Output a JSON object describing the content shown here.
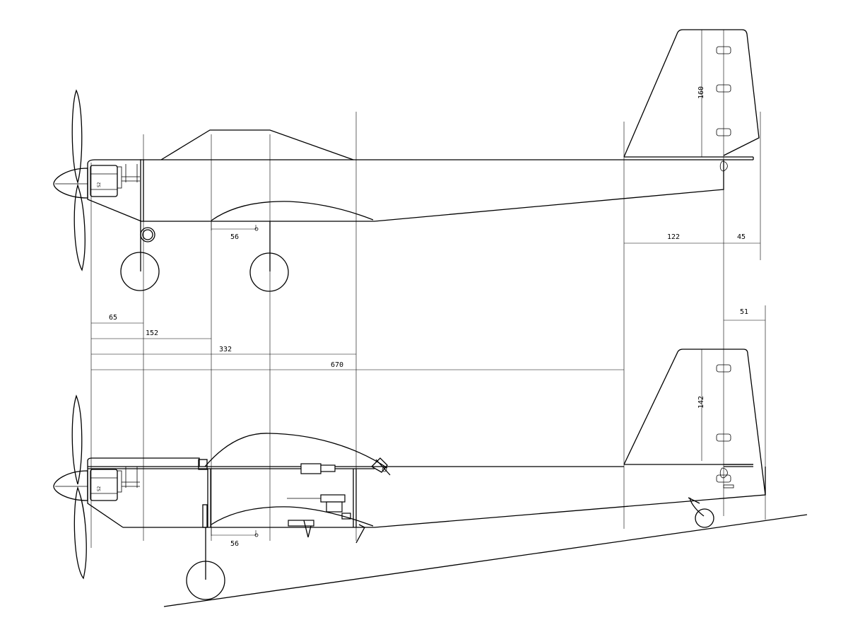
{
  "title": "",
  "dimensions": {
    "top_view": {
      "fin_height": "160",
      "wing_offset": "56",
      "fin_base": "122",
      "rudder_chord": "45",
      "engine_label": "S2"
    },
    "lower_view": {
      "fin_height": "142",
      "rudder_offset": "51",
      "wing_offset": "56",
      "engine_label": "S2"
    },
    "stations": {
      "d65": "65",
      "d152": "152",
      "d332": "332",
      "d670": "670"
    }
  }
}
